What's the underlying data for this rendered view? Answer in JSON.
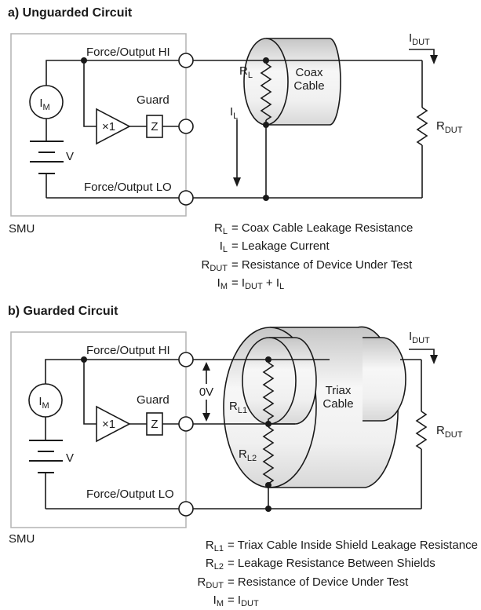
{
  "colors": {
    "wire": "#1a1a1a",
    "smu_box_border": "#b3b3b3",
    "cable_fill_light": "#f7f7f7",
    "cable_fill_dark": "#c6c6c6",
    "background": "#ffffff"
  },
  "section_a": {
    "title": "a) Unguarded Circuit",
    "smu": "SMU",
    "labels": {
      "force_hi": "Force/Output HI",
      "force_lo": "Force/Output LO",
      "guard": "Guard",
      "gain": "×1",
      "z": "Z",
      "v": "V",
      "im": {
        "base": "I",
        "sub": "M"
      },
      "rl": {
        "base": "R",
        "sub": "L"
      },
      "il": {
        "base": "I",
        "sub": "L"
      },
      "idut": {
        "base": "I",
        "sub": "DUT"
      },
      "rdut": {
        "base": "R",
        "sub": "DUT"
      },
      "cable_line1": "Coax",
      "cable_line2": "Cable"
    },
    "equations": [
      {
        "lhs": [
          {
            "t": "R"
          },
          {
            "t": "L",
            "sub": true
          }
        ],
        "rhs": [
          {
            "t": "= Coax Cable Leakage Resistance"
          }
        ]
      },
      {
        "lhs": [
          {
            "t": "I"
          },
          {
            "t": "L",
            "sub": true
          }
        ],
        "rhs": [
          {
            "t": "= Leakage Current"
          }
        ]
      },
      {
        "lhs": [
          {
            "t": "R"
          },
          {
            "t": "DUT",
            "sub": true
          }
        ],
        "rhs": [
          {
            "t": "= Resistance of Device Under Test"
          }
        ]
      },
      {
        "lhs": [
          {
            "t": "I"
          },
          {
            "t": "M",
            "sub": true
          }
        ],
        "rhs": [
          {
            "t": "= I"
          },
          {
            "t": "DUT",
            "sub": true
          },
          {
            "t": " + I"
          },
          {
            "t": "L",
            "sub": true
          }
        ]
      }
    ]
  },
  "section_b": {
    "title": "b) Guarded Circuit",
    "smu": "SMU",
    "labels": {
      "force_hi": "Force/Output HI",
      "force_lo": "Force/Output LO",
      "guard": "Guard",
      "gain": "×1",
      "z": "Z",
      "v": "V",
      "zero_v": "0V",
      "im": {
        "base": "I",
        "sub": "M"
      },
      "rl1": {
        "base": "R",
        "sub": "L1"
      },
      "rl2": {
        "base": "R",
        "sub": "L2"
      },
      "idut": {
        "base": "I",
        "sub": "DUT"
      },
      "rdut": {
        "base": "R",
        "sub": "DUT"
      },
      "cable_line1": "Triax",
      "cable_line2": "Cable"
    },
    "equations": [
      {
        "lhs": [
          {
            "t": "R"
          },
          {
            "t": "L1",
            "sub": true
          }
        ],
        "rhs": [
          {
            "t": "= Triax Cable Inside Shield Leakage Resistance"
          }
        ]
      },
      {
        "lhs": [
          {
            "t": "R"
          },
          {
            "t": "L2",
            "sub": true
          }
        ],
        "rhs": [
          {
            "t": "= Leakage Resistance Between Shields"
          }
        ]
      },
      {
        "lhs": [
          {
            "t": "R"
          },
          {
            "t": "DUT",
            "sub": true
          }
        ],
        "rhs": [
          {
            "t": "= Resistance of Device Under Test"
          }
        ]
      },
      {
        "lhs": [
          {
            "t": "I"
          },
          {
            "t": "M",
            "sub": true
          }
        ],
        "rhs": [
          {
            "t": "= I"
          },
          {
            "t": "DUT",
            "sub": true
          }
        ]
      }
    ]
  }
}
